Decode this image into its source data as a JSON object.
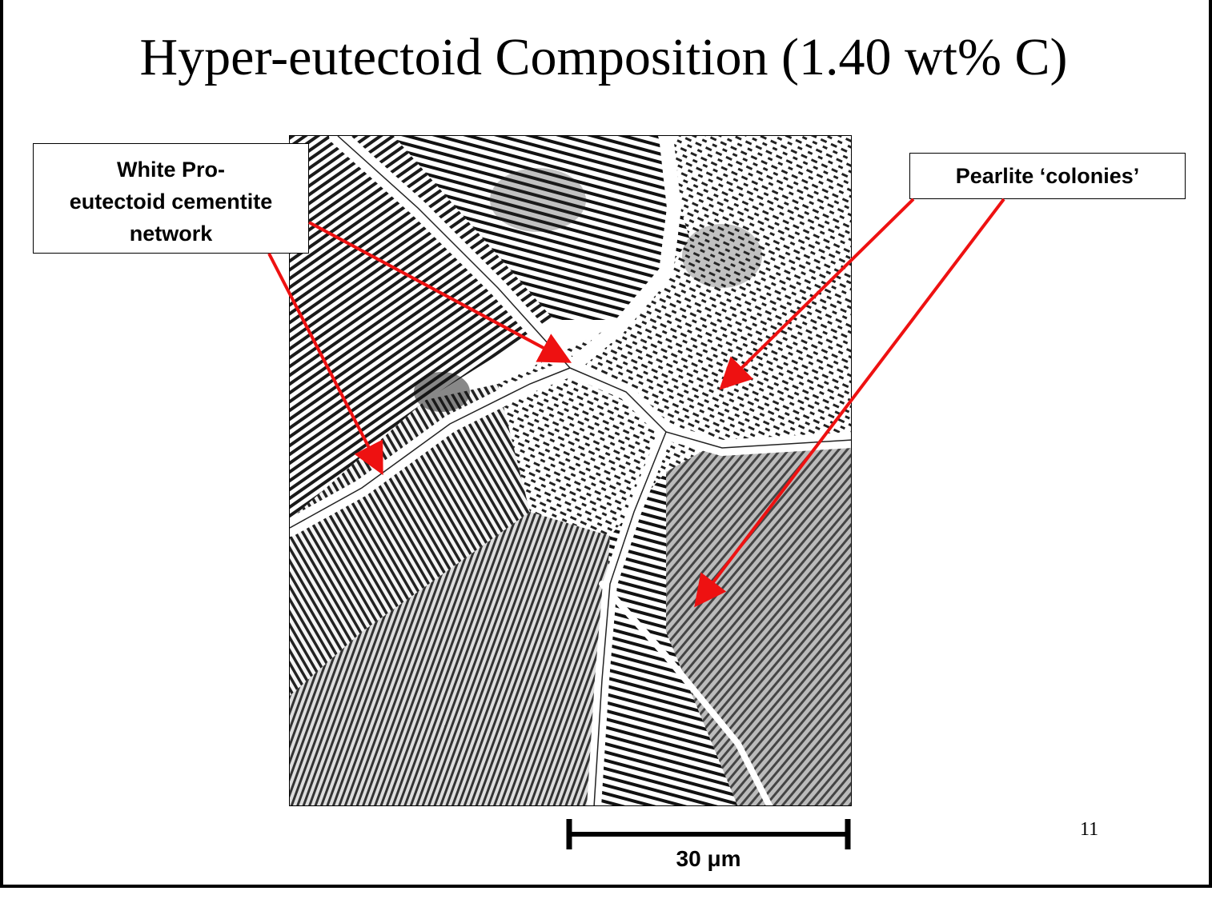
{
  "slide": {
    "title": "Hyper-eutectoid Composition (1.40 wt% C)",
    "page_number": "11"
  },
  "callouts": {
    "left_line1": "White Pro-",
    "left_line2": "eutectoid cementite",
    "left_line3": "network",
    "right": "Pearlite ‘colonies’"
  },
  "scale": {
    "label": "30 μm"
  },
  "colors": {
    "arrow": "#ee1111",
    "border": "#000000"
  },
  "image": {
    "description_icon": "micrograph-image"
  }
}
